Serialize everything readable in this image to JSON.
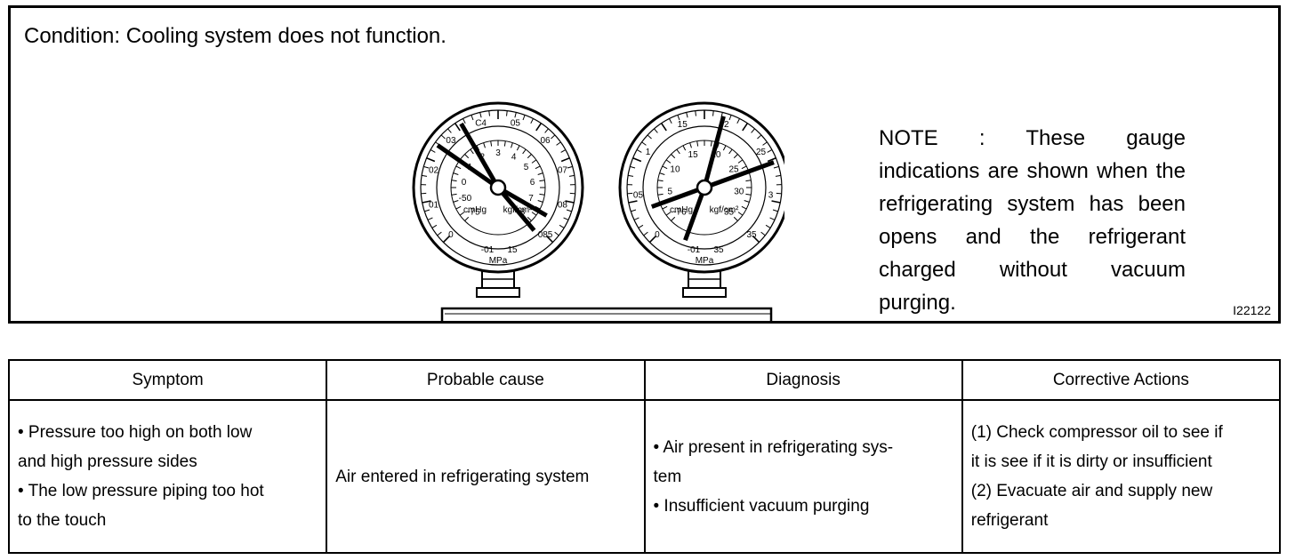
{
  "figure": {
    "condition": "Condition: Cooling system does not function.",
    "note": "NOTE : These gauge indications are shown when the refrigerating system has been opens and the refrigerant charged without vacuum purging.",
    "figure_id": "I22122",
    "low_gauge": {
      "outer_labels": [
        "0",
        "01",
        "02",
        "03",
        "C4",
        "05",
        "06",
        "07",
        "08",
        "085"
      ],
      "inner_labels": [
        "-75",
        "-50",
        "0",
        "1",
        "2",
        "3",
        "4",
        "5",
        "6",
        "7",
        "8"
      ],
      "bottom_labels": [
        "-01",
        "15"
      ],
      "units": [
        "cmHg",
        "kgf/cm²"
      ],
      "unit_mpa": "MPa",
      "needle_angles_deg": [
        -55,
        -30,
        120,
        140
      ]
    },
    "high_gauge": {
      "outer_labels": [
        "0",
        "05",
        "1",
        "15",
        "2",
        "25",
        "3",
        "35"
      ],
      "inner_labels": [
        "-76",
        "5",
        "10",
        "15",
        "20",
        "25",
        "30",
        "35"
      ],
      "bottom_labels": [
        "-01",
        "35"
      ],
      "units": [
        "cmHg",
        "kgf/cm²"
      ],
      "unit_mpa": "MPa",
      "needle_angles_deg": [
        15,
        70,
        -160,
        -110
      ]
    }
  },
  "table": {
    "headers": [
      "Symptom",
      "Probable cause",
      "Diagnosis",
      "Corrective Actions"
    ],
    "row": {
      "symptom": [
        "• Pressure too high on both low",
        "and high pressure sides",
        "• The low pressure piping too hot",
        "to the touch"
      ],
      "cause": "Air entered in refrigerating system",
      "diagnosis": [
        "• Air present in refrigerating sys-",
        "tem",
        "• Insufficient vacuum purging"
      ],
      "actions": [
        "(1) Check compressor oil to see if",
        "it is see if it is dirty or insufficient",
        "(2) Evacuate air and supply new",
        "refrigerant"
      ]
    }
  }
}
